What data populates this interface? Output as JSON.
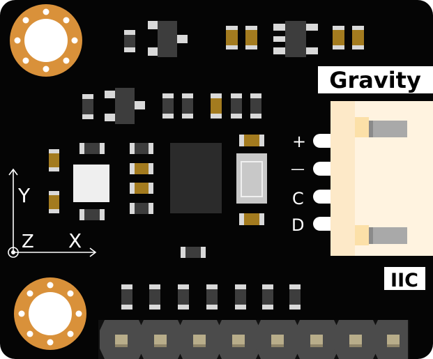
{
  "board": {
    "brand_label": "Gravity",
    "interface_label": "IIC",
    "axis_labels": {
      "y": "Y",
      "z": "Z",
      "x": "X"
    },
    "pin_labels": [
      "+",
      "—",
      "C",
      "D"
    ],
    "colors": {
      "pcb": "#050505",
      "pad_gold": "#d9913a",
      "hole": "#ffffff",
      "chip": "#2b2b2b",
      "component_body": "#3d3d3d",
      "component_gold": "#a37b1f",
      "terminal": "#d9d9d9",
      "connector": "#fde9c8",
      "header_pin": "#4b4b4b"
    }
  }
}
